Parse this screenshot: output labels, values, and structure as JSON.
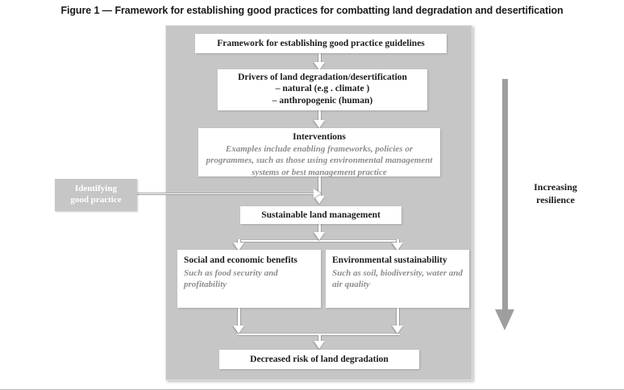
{
  "figure": {
    "caption": "Figure 1 — Framework for establishing good practices for combatting land degradation and desertification"
  },
  "colors": {
    "panel_background": "#c6c6c6",
    "node_background": "#ffffff",
    "title_text": "#1c1c1c",
    "subtitle_text": "#8d8d8d",
    "connector": "#ffffff",
    "resilience_arrow": "#9e9e9e",
    "tag_background": "#c6c6c6",
    "tag_text": "#ffffff"
  },
  "nodes": {
    "framework": {
      "title": "Framework for establishing good practice guidelines"
    },
    "drivers": {
      "title": "Drivers of land degradation/desertification",
      "bullets": [
        "–   natural (e.g . climate )",
        "–   anthropogenic (human)"
      ]
    },
    "interventions": {
      "title": "Interventions",
      "subtitle": "Examples include enabling frameworks, policies or programmes, such as those using environmental management systems or best management practice"
    },
    "sustainable_land_management": {
      "title": "Sustainable land management"
    },
    "social_benefits": {
      "title": "Social and economic benefits",
      "subtitle": "Such as food security and profitability"
    },
    "environmental_sustainability": {
      "title": "Environmental sustainability",
      "subtitle": "Such as soil, biodiversity, water and air quality"
    },
    "decreased_risk": {
      "title": "Decreased risk of land degradation"
    }
  },
  "annotations": {
    "identifying_good_practice": "Identifying\ngood practice",
    "identifying_good_practice_line1": "Identifying",
    "identifying_good_practice_line2": "good practice",
    "increasing_resilience_line1": "Increasing",
    "increasing_resilience_line2": "resilience"
  }
}
